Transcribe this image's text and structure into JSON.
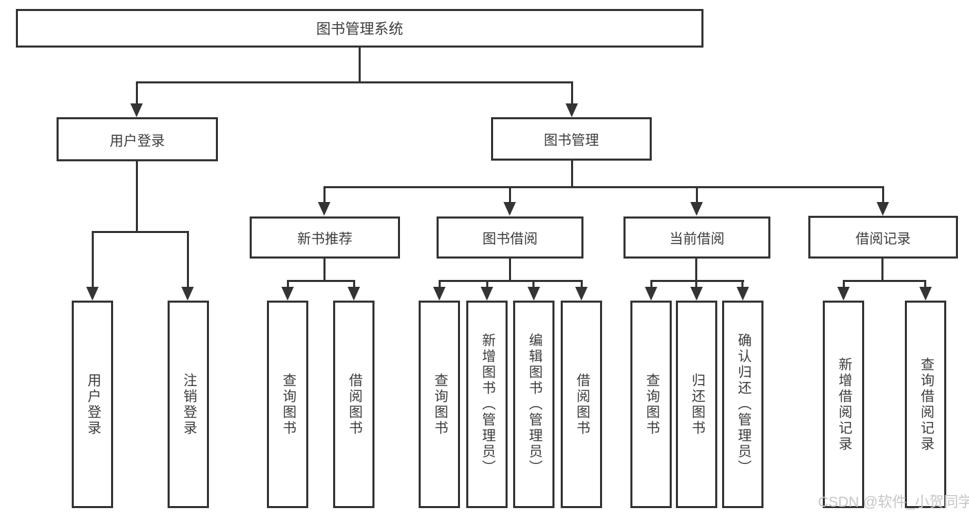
{
  "diagram": {
    "type": "hierarchy-tree",
    "title": "图书管理系统"
  },
  "tree": {
    "label": "图书管理系统",
    "children": [
      {
        "label": "用户登录",
        "children": [
          {
            "label": "用户登录"
          },
          {
            "label": "注销登录"
          }
        ]
      },
      {
        "label": "图书管理",
        "children": [
          {
            "label": "新书推荐",
            "children": [
              {
                "label": "查询图书"
              },
              {
                "label": "借阅图书"
              }
            ]
          },
          {
            "label": "图书借阅",
            "children": [
              {
                "label": "查询图书"
              },
              {
                "label": "新增图书（管理员）"
              },
              {
                "label": "编辑图书（管理员）"
              },
              {
                "label": "借阅图书"
              }
            ]
          },
          {
            "label": "当前借阅",
            "children": [
              {
                "label": "查询图书"
              },
              {
                "label": "归还图书"
              },
              {
                "label": "确认归还（管理员）"
              }
            ]
          },
          {
            "label": "借阅记录",
            "children": [
              {
                "label": "新增借阅记录"
              },
              {
                "label": "查询借阅记录"
              }
            ]
          }
        ]
      }
    ]
  },
  "watermark": {
    "text": "CSDN @软件_小贺同学",
    "color": "#c6c6c6"
  },
  "colors": {
    "line": "#343434",
    "text": "#3c3c3c",
    "box_bg": "#ffffff",
    "page_bg": "#ffffff"
  }
}
